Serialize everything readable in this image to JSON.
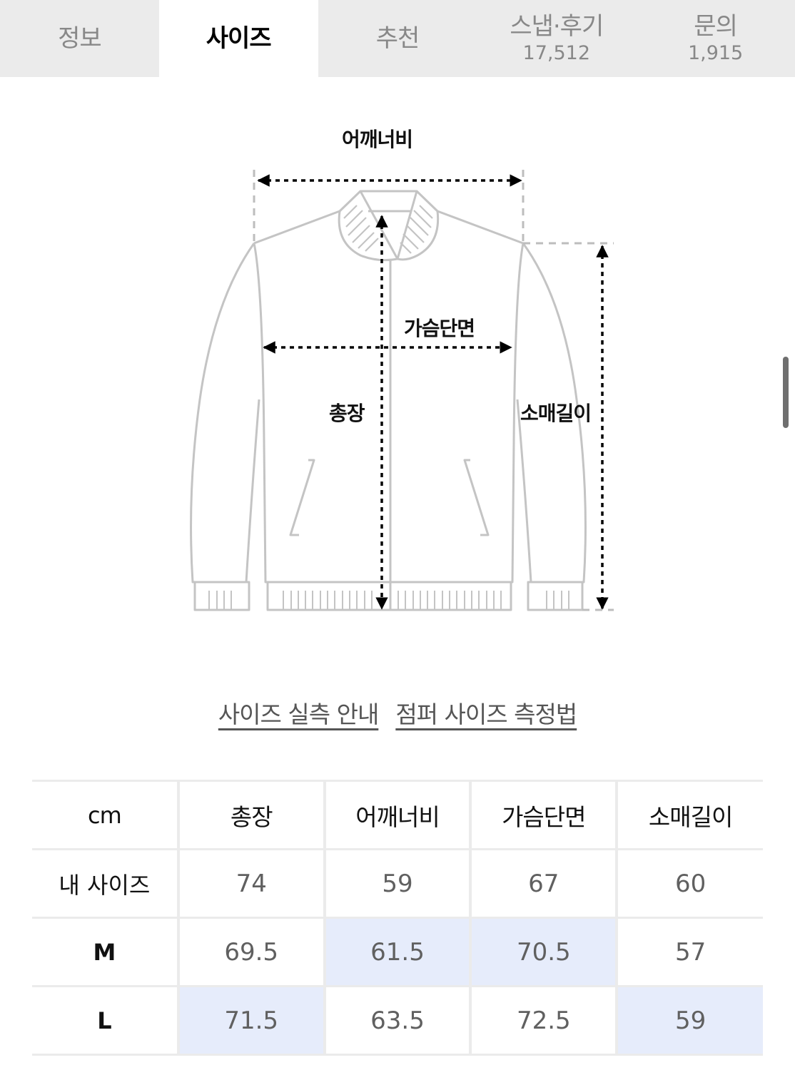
{
  "tabs": [
    {
      "label": "정보",
      "count": null,
      "active": false
    },
    {
      "label": "사이즈",
      "count": null,
      "active": true
    },
    {
      "label": "추천",
      "count": null,
      "active": false
    },
    {
      "label": "스냅·후기",
      "count": "17,512",
      "active": false
    },
    {
      "label": "문의",
      "count": "1,915",
      "active": false
    }
  ],
  "diagram": {
    "labels": {
      "shoulder": "어깨너비",
      "chest": "가슴단면",
      "length": "총장",
      "sleeve": "소매길이"
    },
    "icon": "bomber-jacket-outline"
  },
  "links": {
    "size_guide": "사이즈 실측 안내",
    "measure_method": "점퍼 사이즈 측정법"
  },
  "table": {
    "unit": "cm",
    "columns": [
      "총장",
      "어깨너비",
      "가슴단면",
      "소매길이"
    ],
    "rows": [
      {
        "label": "내 사이즈",
        "values": [
          "74",
          "59",
          "67",
          "60"
        ],
        "highlight": [
          false,
          false,
          false,
          false
        ]
      },
      {
        "label": "M",
        "values": [
          "69.5",
          "61.5",
          "70.5",
          "57"
        ],
        "highlight": [
          false,
          true,
          true,
          false
        ]
      },
      {
        "label": "L",
        "values": [
          "71.5",
          "63.5",
          "72.5",
          "59"
        ],
        "highlight": [
          true,
          false,
          false,
          true
        ]
      }
    ],
    "highlight_color": "#e6ecfb"
  },
  "colors": {
    "tab_bg": "#ebebeb",
    "active_tab_text": "#000000",
    "inactive_tab_text": "#888888",
    "outline": "#c4c4c4"
  }
}
